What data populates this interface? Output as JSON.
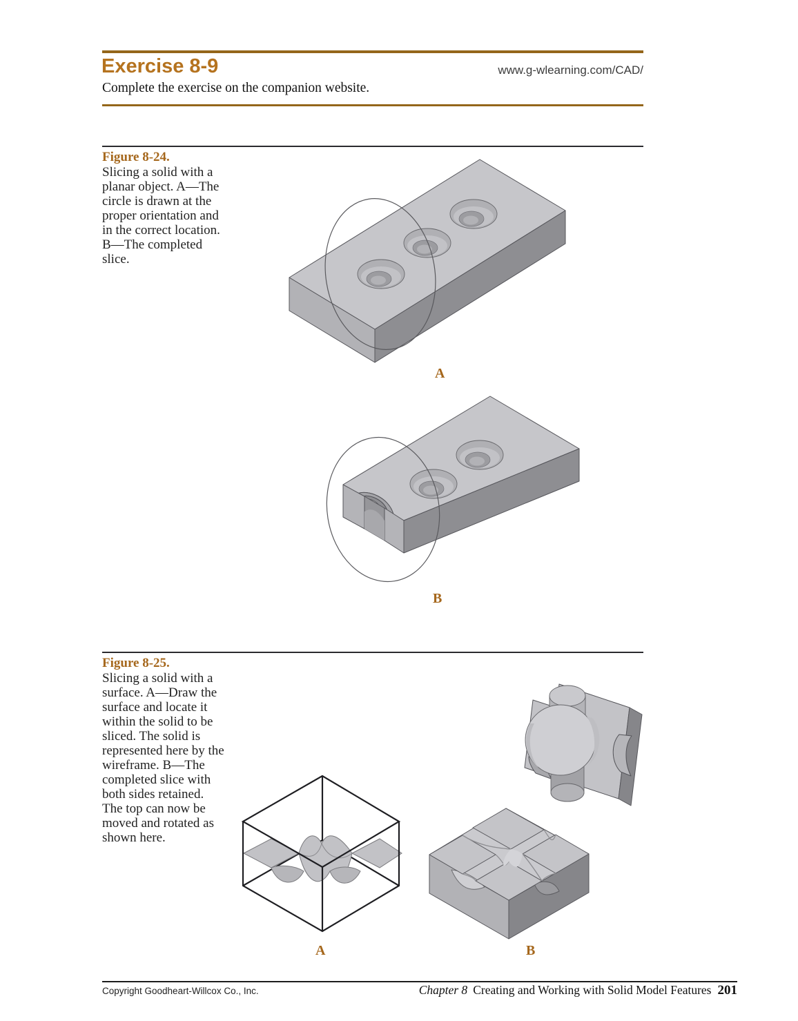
{
  "exercise": {
    "title": "Exercise 8-9",
    "url": "www.g-wlearning.com/CAD/",
    "instruction": "Complete the exercise on the companion website."
  },
  "figures": [
    {
      "id": "figure-8-24",
      "title": "Figure 8-24.",
      "caption": "Slicing a solid with a planar object. A—The circle is drawn at the proper orientation and in the correct location. B—The completed slice.",
      "label_a": "A",
      "label_b": "B"
    },
    {
      "id": "figure-8-25",
      "title": "Figure 8-25.",
      "caption": "Slicing a solid with a surface. A—Draw the surface and locate it within the solid to be sliced. The solid is represented here by the wireframe. B—The completed slice with both sides retained. The top can now be moved and rotated as shown here.",
      "label_a": "A",
      "label_b": "B"
    }
  ],
  "footer": {
    "copyright": "Copyright Goodheart-Willcox Co., Inc.",
    "chapter_label": "Chapter 8",
    "chapter_title": "Creating and Working with Solid Model Features",
    "page_number": "201"
  },
  "colors": {
    "heading_brown": "#b5731f",
    "rule_brown": "#94661a",
    "figure_brown": "#a5671c",
    "solid_top": "#c6c6ca",
    "solid_side_light": "#b2b2b6",
    "solid_side_dark": "#8e8e92",
    "outline": "#55555a"
  }
}
